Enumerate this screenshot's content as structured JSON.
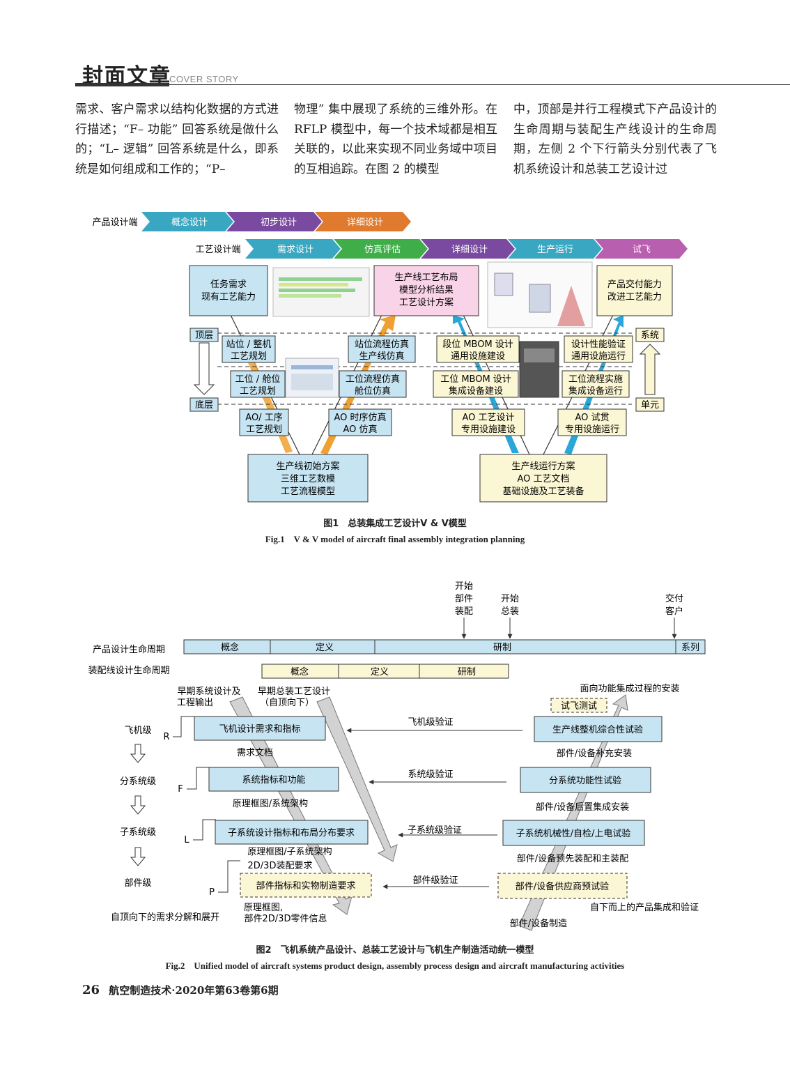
{
  "header": {
    "title": "封面文章",
    "subtitle": "COVER STORY"
  },
  "body_text": {
    "col1": "需求、客户需求以结构化数据的方式进行描述；“F– 功能” 回答系统是做什么的；“L– 逻辑” 回答系统是什么，即系统是如何组成和工作的；“P–",
    "col2": "物理” 集中展现了系统的三维外形。在 RFLP 模型中，每一个技术域都是相互关联的，以此来实现不同业务域中项目的互相追踪。在图 2 的模型",
    "col3": "中，顶部是并行工程模式下产品设计的生命周期与装配生产线设计的生命周期，左侧 2 个下行箭头分别代表了飞机系统设计和总装工艺设计过"
  },
  "fig1": {
    "product_row_label": "产品设计端",
    "product_phases": [
      "概念设计",
      "初步设计",
      "详细设计"
    ],
    "process_row_label": "工艺设计端",
    "process_phases": [
      "需求设计",
      "仿真评估",
      "详细设计",
      "生产运行",
      "试飞"
    ],
    "box_task": [
      "任务需求",
      "现有工艺能力"
    ],
    "box_layout": [
      "生产线工艺布局",
      "模型分析结果",
      "工艺设计方案"
    ],
    "box_delivery": [
      "产品交付能力",
      "改进工艺能力"
    ],
    "top_label": "顶层",
    "bottom_label": "底层",
    "system_label": "系统",
    "unit_label": "单元",
    "left_boxes": [
      [
        "站位 / 整机",
        "工艺规划"
      ],
      [
        "工位 / 舱位",
        "工艺规划"
      ],
      [
        "AO/ 工序",
        "工艺规划"
      ]
    ],
    "sim_boxes": [
      [
        "站位流程仿真",
        "生产线仿真"
      ],
      [
        "工位流程仿真",
        "舱位仿真"
      ],
      [
        "AO 时序仿真",
        "AO 仿真"
      ]
    ],
    "build_boxes": [
      [
        "段位 MBOM 设计",
        "通用设施建设"
      ],
      [
        "工位 MBOM 设计",
        "集成设备建设"
      ],
      [
        "AO 工艺设计",
        "专用设施建设"
      ]
    ],
    "run_boxes": [
      [
        "设计性能验证",
        "通用设施运行"
      ],
      [
        "工位流程实施",
        "集成设备运行"
      ],
      [
        "AO 试贯",
        "专用设施运行"
      ]
    ],
    "box_initial": [
      "生产线初始方案",
      "三维工艺数模",
      "工艺流程模型"
    ],
    "box_operation": [
      "生产线运行方案",
      "AO 工艺文档",
      "基础设施及工艺装备"
    ],
    "caption_cn": "图1　总装集成工艺设计V & V模型",
    "caption_en": "Fig.1　V & V model of aircraft final assembly integration planning"
  },
  "fig2": {
    "milestones": [
      [
        "开始",
        "部件",
        "装配"
      ],
      [
        "开始",
        "总装"
      ],
      [
        "交付",
        "客户"
      ]
    ],
    "product_lifecycle_label": "产品设计生命周期",
    "product_lifecycle_phases": [
      "概念",
      "定义",
      "研制",
      "系列"
    ],
    "line_lifecycle_label": "装配线设计生命周期",
    "line_lifecycle_phases": [
      "概念",
      "定义",
      "研制"
    ],
    "early_system": [
      "早期系统设计及",
      "工程输出"
    ],
    "early_assembly": [
      "早期总装工艺设计",
      "（自顶向下）"
    ],
    "installation_label": "面向功能集成过程的安装",
    "flight_test": "试飞测试",
    "levels": [
      "飞机级",
      "分系统级",
      "子系统级",
      "部件级"
    ],
    "level_letters": [
      "R",
      "F",
      "L",
      "P"
    ],
    "left_boxes": [
      "飞机设计需求和指标",
      "系统指标和功能",
      "子系统设计指标和布局分布要求",
      "部件指标和实物制造要求"
    ],
    "left_notes": [
      "需求文档",
      "原理框图/系统架构",
      "原理框图/子系统架构",
      "2D/3D装配要求"
    ],
    "left_bottom_notes": [
      "原理框图,",
      "部件2D/3D零件信息"
    ],
    "verifications": [
      "飞机级验证",
      "系统级验证",
      "子系统级验证",
      "部件级验证"
    ],
    "right_boxes": [
      "生产线整机综合性试验",
      "分系统功能性试验",
      "子系统机械性/自检/上电试验",
      "部件/设备供应商预试验"
    ],
    "right_notes": [
      "部件/设备补充安装",
      "部件/设备后置集成安装",
      "部件/设备预先装配和主装配"
    ],
    "bottom_left": "自顶向下的需求分解和展开",
    "bottom_right": "自下而上的产品集成和验证",
    "bottom_manufacture": "部件/设备制造",
    "caption_cn": "图2　飞机系统产品设计、总装工艺设计与飞机生产制造活动统一模型",
    "caption_en": "Fig.2　Unified model of aircraft systems product design, assembly process design and aircraft manufacturing activities"
  },
  "footer": {
    "page": "26",
    "journal": "航空制造技术·2020年第63卷第6期"
  },
  "colors": {
    "blue_box": "#c7e4f2",
    "yellow_box": "#fbf6d4",
    "pink_box": "#f9d3e7",
    "teal": "#3aa7c2",
    "purple": "#7a4aa0",
    "orange": "#e07a2e",
    "green": "#3fae49",
    "magenta": "#b95fb0"
  }
}
